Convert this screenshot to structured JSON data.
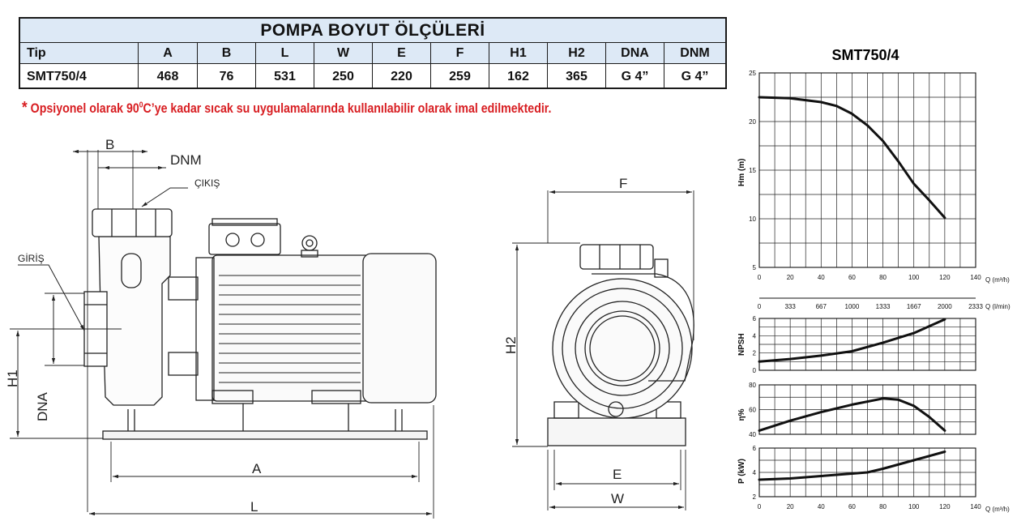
{
  "table": {
    "title": "POMPA BOYUT ÖLÇÜLERİ",
    "headers": [
      "Tip",
      "A",
      "B",
      "L",
      "W",
      "E",
      "F",
      "H1",
      "H2",
      "DNA",
      "DNM"
    ],
    "rows": [
      [
        "SMT750/4",
        "468",
        "76",
        "531",
        "250",
        "220",
        "259",
        "162",
        "365",
        "G 4”",
        "G 4”"
      ]
    ]
  },
  "note": {
    "star": "*",
    "text_before": "Opsiyonel olarak 90",
    "superscript": "0",
    "text_after": "C’ye kadar sıcak su uygulamalarında kullanılabilir olarak imal edilmektedir."
  },
  "side_view_labels": {
    "b": "B",
    "dnm": "DNM",
    "outlet": "ÇIKIŞ",
    "inlet": "GİRİŞ",
    "h1": "H1",
    "dna": "DNA",
    "a": "A",
    "l": "L"
  },
  "front_view_labels": {
    "f": "F",
    "h2": "H2",
    "e": "E",
    "w": "W"
  },
  "chart_data": [
    {
      "type": "line",
      "title": "SMT750/4",
      "xlabel": "Q (m³/h)",
      "ylabel": "Hm (m)",
      "xlim": [
        0,
        140
      ],
      "ylim": [
        5,
        25
      ],
      "x_ticks": [
        "0",
        "20",
        "40",
        "60",
        "80",
        "100",
        "120",
        "140"
      ],
      "y_ticks": [
        "5",
        "10",
        "15",
        "20",
        "25"
      ],
      "grid": true,
      "series": [
        {
          "x": [
            0,
            20,
            40,
            50,
            60,
            70,
            80,
            90,
            100,
            110,
            120
          ],
          "y": [
            22.5,
            22.4,
            22.0,
            21.6,
            20.8,
            19.6,
            18.0,
            15.9,
            13.6,
            11.9,
            10.1
          ]
        }
      ]
    },
    {
      "type": "line",
      "xlabel": "Q (l/min)",
      "ylabel": "NPSH",
      "xlim": [
        0,
        140
      ],
      "ylim": [
        0,
        6
      ],
      "x_ticks_top": [
        "0",
        "333",
        "667",
        "1000",
        "1333",
        "1667",
        "2000",
        "2333"
      ],
      "y_ticks": [
        "0",
        "2",
        "4",
        "6"
      ],
      "grid": true,
      "series": [
        {
          "x": [
            0,
            20,
            40,
            60,
            80,
            100,
            120
          ],
          "y": [
            1.0,
            1.3,
            1.7,
            2.2,
            3.2,
            4.3,
            5.9
          ]
        }
      ]
    },
    {
      "type": "line",
      "xlabel": "",
      "ylabel": "η%",
      "xlim": [
        0,
        140
      ],
      "ylim": [
        40,
        80
      ],
      "y_ticks": [
        "40",
        "60",
        "80"
      ],
      "grid": true,
      "series": [
        {
          "x": [
            0,
            20,
            40,
            60,
            80,
            90,
            100,
            110,
            120
          ],
          "y": [
            43,
            51,
            58,
            64,
            69,
            68,
            63,
            54,
            43
          ]
        }
      ]
    },
    {
      "type": "line",
      "xlabel": "Q (m³/h)",
      "ylabel": "P (kW)",
      "xlim": [
        0,
        140
      ],
      "ylim": [
        2,
        6
      ],
      "x_ticks": [
        "0",
        "20",
        "40",
        "60",
        "80",
        "100",
        "120",
        "140"
      ],
      "y_ticks": [
        "2",
        "4",
        "6"
      ],
      "grid": true,
      "series": [
        {
          "x": [
            0,
            20,
            40,
            60,
            70,
            80,
            100,
            120
          ],
          "y": [
            3.4,
            3.5,
            3.7,
            3.9,
            4.0,
            4.3,
            5.0,
            5.7
          ]
        }
      ]
    }
  ]
}
